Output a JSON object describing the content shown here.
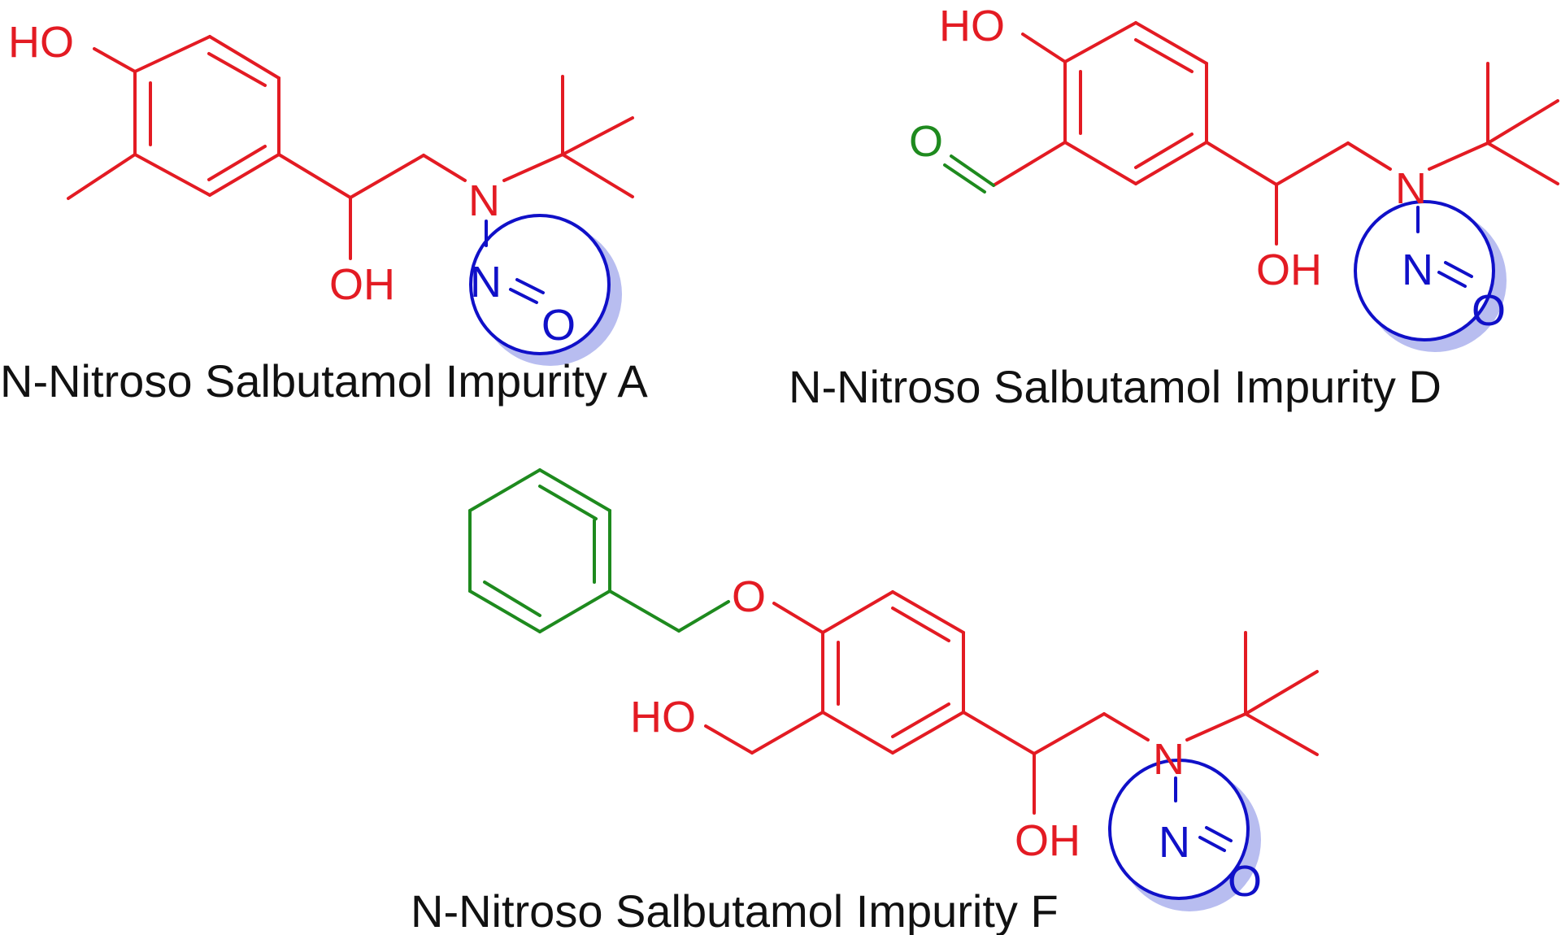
{
  "colors": {
    "core": "#e31b23",
    "substituent": "#1e8a1e",
    "nitroso": "#1010c8",
    "highlight": "#b8bdf0",
    "caption": "#111111"
  },
  "compounds": [
    {
      "caption": "N-Nitroso Salbutamol Impurity A",
      "labels": {
        "ho": "HO",
        "oh": "OH",
        "n": "N",
        "n2": "N",
        "o": "O"
      }
    },
    {
      "caption": "N-Nitroso Salbutamol Impurity D",
      "labels": {
        "ho": "HO",
        "oh": "OH",
        "n": "N",
        "n2": "N",
        "o": "O",
        "ald_o": "O"
      }
    },
    {
      "caption": "N-Nitroso Salbutamol Impurity F",
      "labels": {
        "ho": "HO",
        "oh": "OH",
        "n": "N",
        "n2": "N",
        "o": "O",
        "ether_o": "O"
      }
    }
  ]
}
